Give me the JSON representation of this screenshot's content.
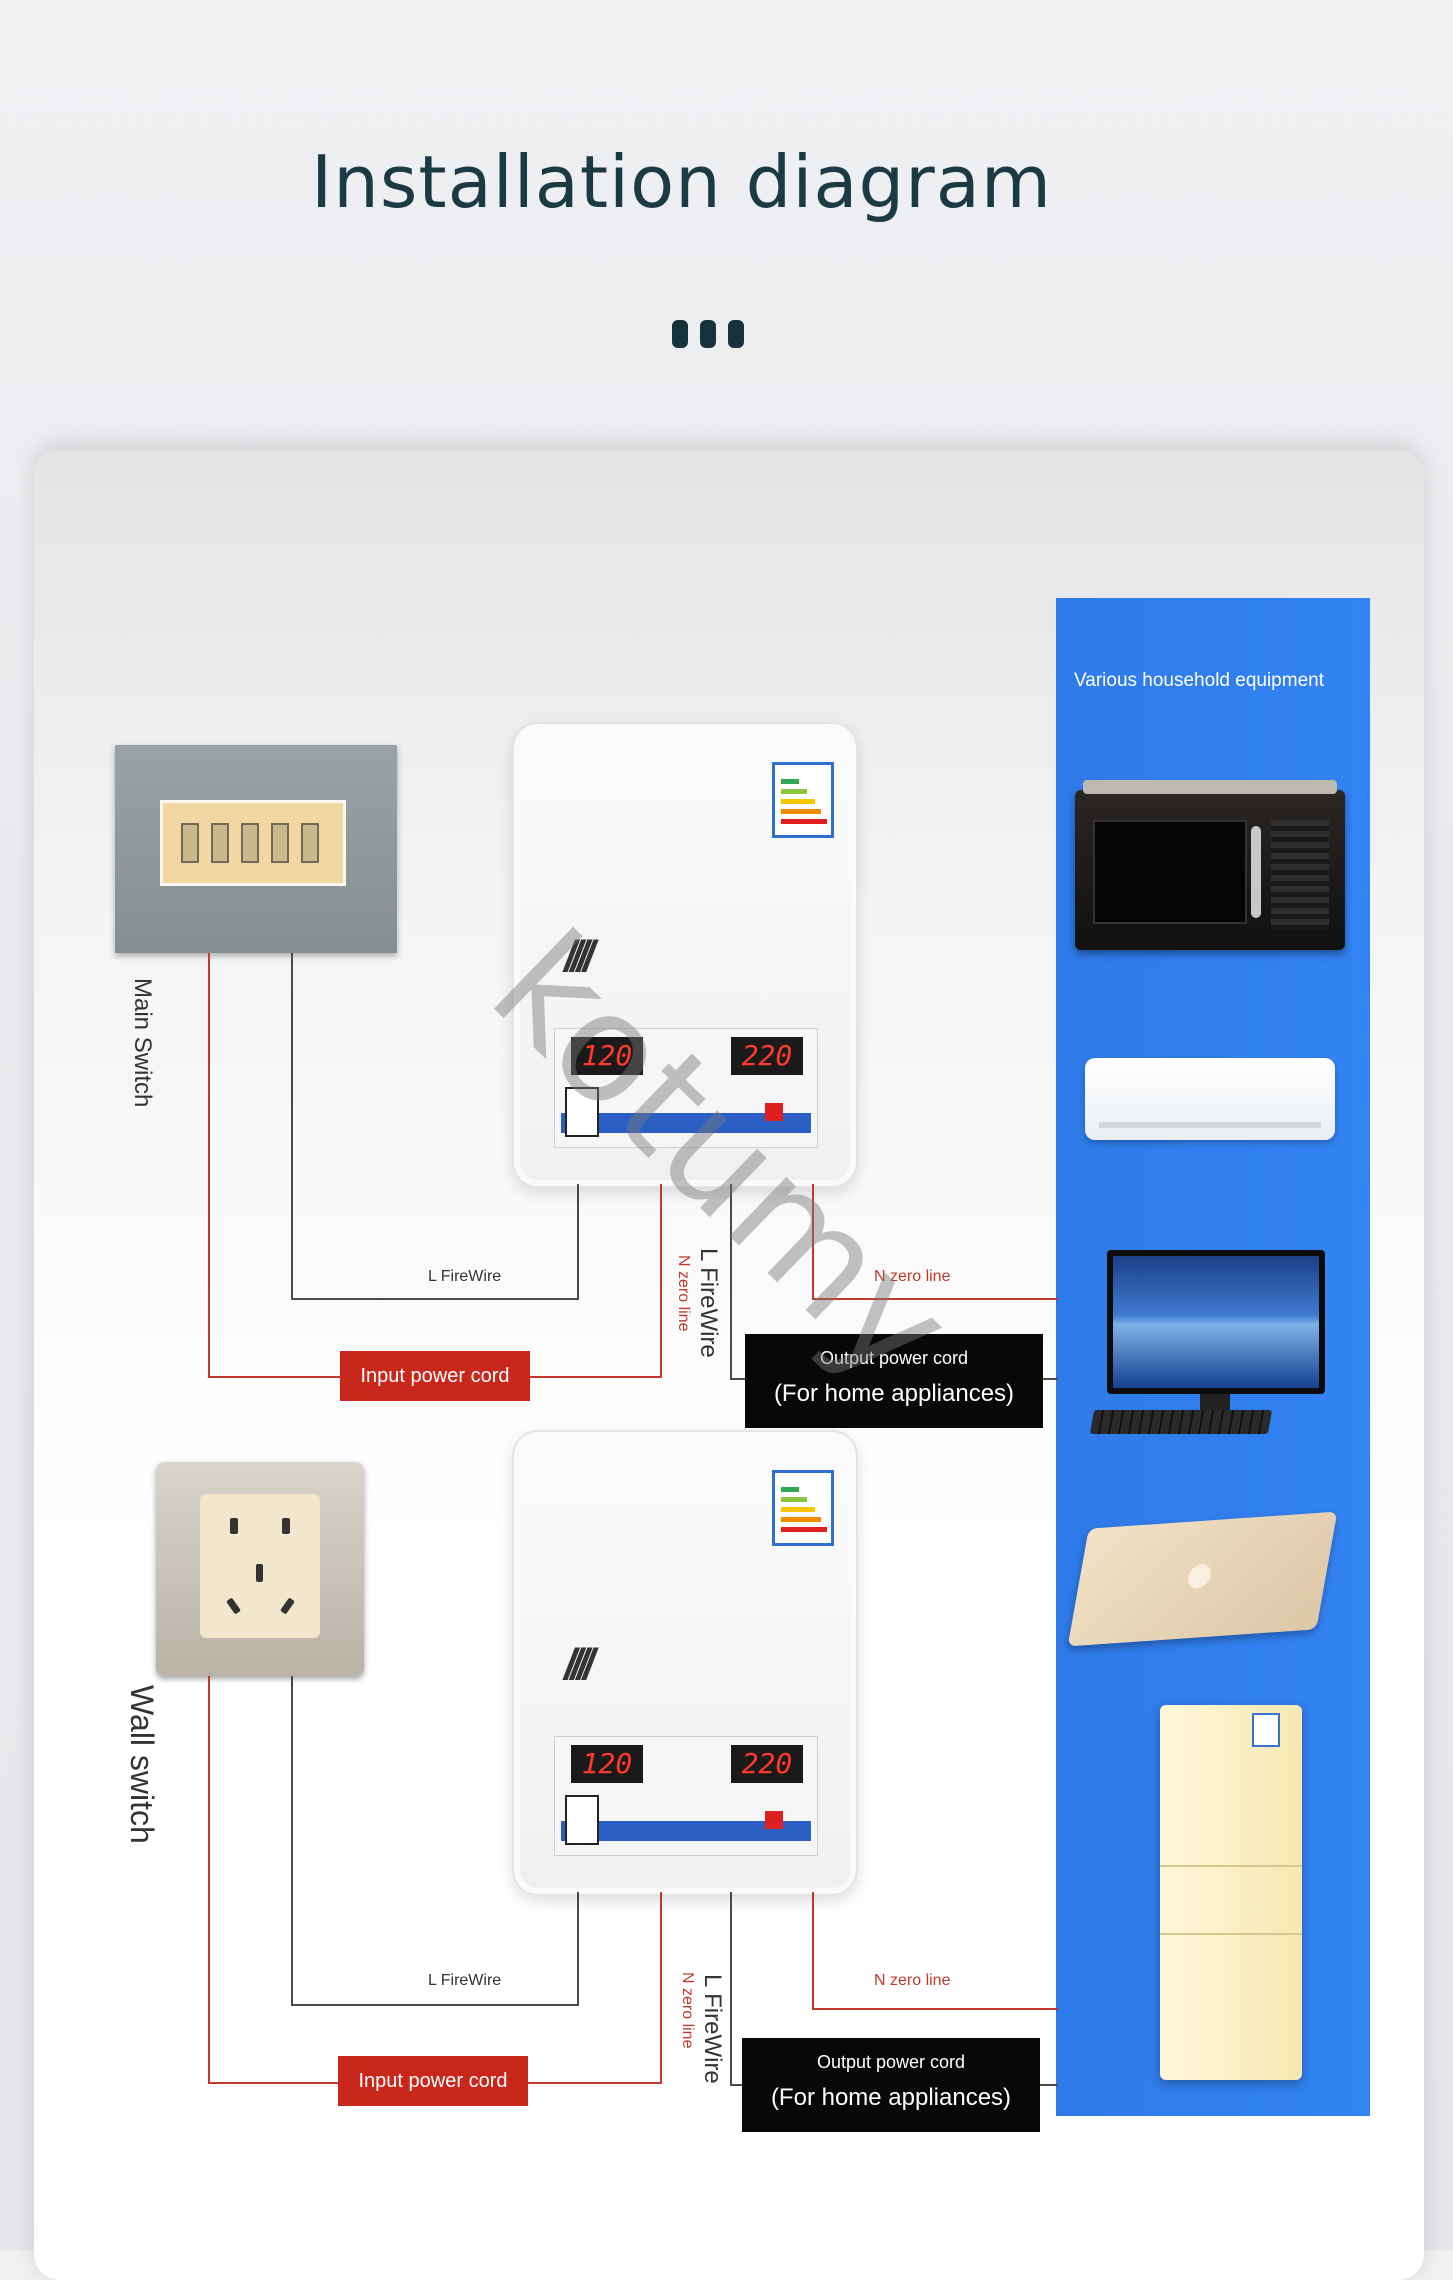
{
  "header": {
    "title": "Installation diagram"
  },
  "equipment": {
    "title": "Various household equipment"
  },
  "top_section": {
    "source_label": "Main Switch",
    "display_in": "120",
    "display_out": "220",
    "l_firewire": "L FireWire",
    "n_zero_vertical": "N zero line",
    "l_firewire_vertical": "L FireWire",
    "n_zero_line": "N zero line",
    "input_cord": "Input power cord",
    "output_line1": "Output power cord",
    "output_line2": "(For home appliances)"
  },
  "bottom_section": {
    "source_label": "Wall switch",
    "display_in": "120",
    "display_out": "220",
    "l_firewire": "L FireWire",
    "n_zero_vertical": "N zero line",
    "l_firewire_vertical": "L FireWire",
    "n_zero_line": "N zero line",
    "input_cord": "Input power cord",
    "output_line1": "Output power cord",
    "output_line2": "(For home appliances)"
  },
  "watermark": "kotumy",
  "colors": {
    "accent_blue": "#3383f3",
    "wire_red": "#c0392b",
    "wire_dark": "#4a4a4a",
    "label_red": "#c9261c"
  }
}
